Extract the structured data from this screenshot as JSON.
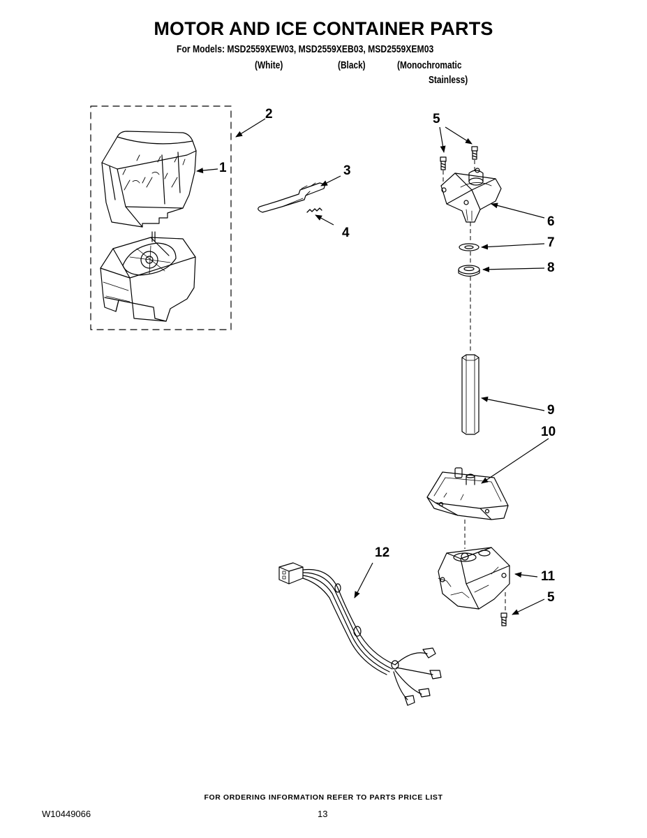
{
  "title": "MOTOR AND ICE CONTAINER PARTS",
  "models_line": "For Models: MSD2559XEW03, MSD2559XEB03, MSD2559XEM03",
  "variants": {
    "white": "(White)",
    "black": "(Black)",
    "mono_line1": "(Monochromatic",
    "mono_line2": "Stainless)"
  },
  "callouts": [
    "1",
    "2",
    "3",
    "4",
    "5",
    "6",
    "7",
    "8",
    "9",
    "10",
    "11",
    "12",
    "5"
  ],
  "footer": "FOR ORDERING INFORMATION REFER TO PARTS PRICE LIST",
  "doc_number": "W10449066",
  "page_number": "13"
}
